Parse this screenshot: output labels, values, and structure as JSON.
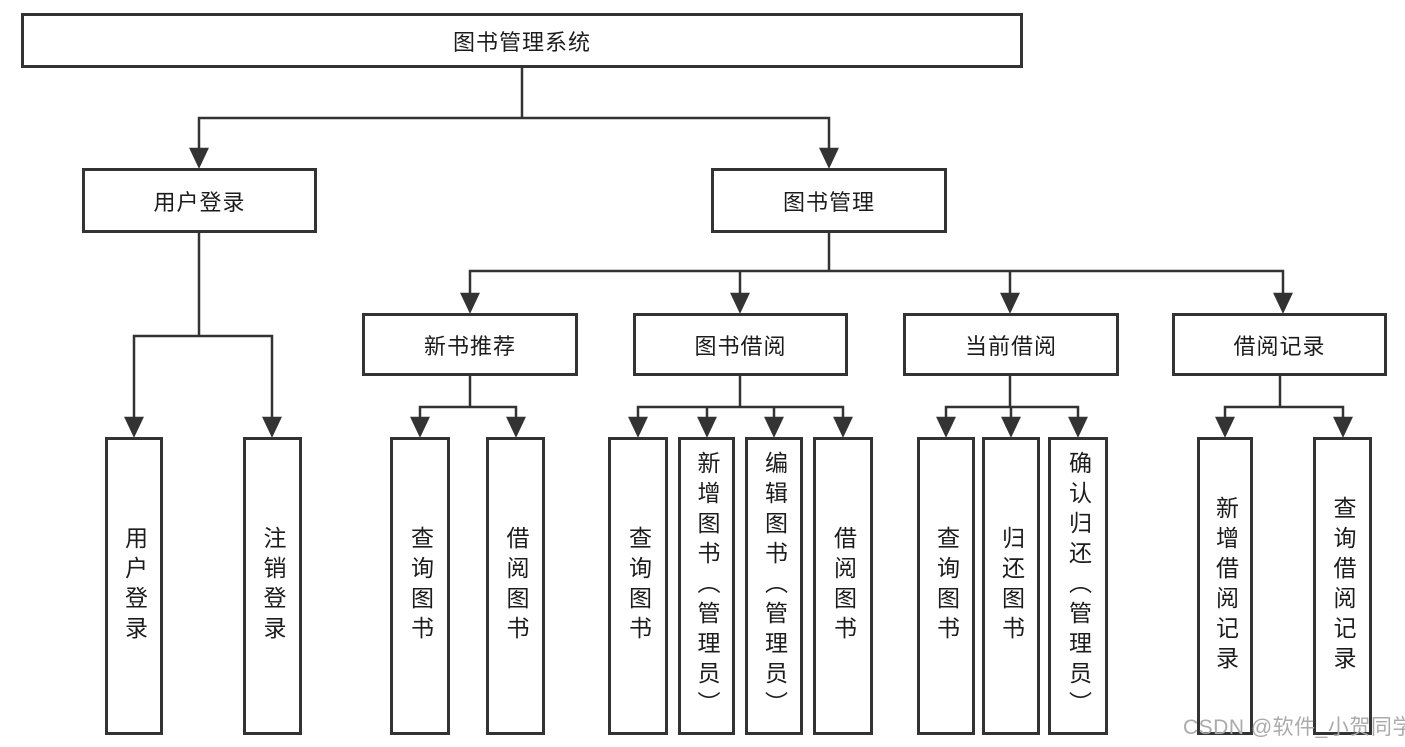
{
  "tree": {
    "root": "图书管理系统",
    "branches": [
      {
        "label": "用户登录",
        "children": [
          "用户登录",
          "注销登录"
        ]
      },
      {
        "label": "图书管理",
        "sections": [
          {
            "label": "新书推荐",
            "children": [
              "查询图书",
              "借阅图书"
            ]
          },
          {
            "label": "图书借阅",
            "children": [
              "查询图书",
              "新增图书（管理员）",
              "编辑图书（管理员）",
              "借阅图书"
            ]
          },
          {
            "label": "当前借阅",
            "children": [
              "查询图书",
              "归还图书",
              "确认归还（管理员）"
            ]
          },
          {
            "label": "借阅记录",
            "children": [
              "新增借阅记录",
              "查询借阅记录"
            ]
          }
        ]
      }
    ]
  },
  "colors": {
    "line": "#333333",
    "text": "#1c1c1c",
    "watermark": "#ababab",
    "background": "#ffffff"
  },
  "watermark": {
    "text": "CSDN @软件_小贺同学"
  }
}
